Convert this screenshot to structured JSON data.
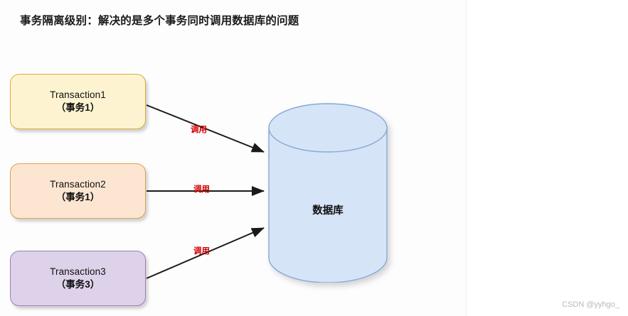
{
  "page": {
    "title": "事务隔离级别：解决的是多个事务同时调用数据库的问题"
  },
  "diagram": {
    "type": "flow-diagram",
    "transactions": [
      {
        "id": "transaction-1",
        "name_en": "Transaction1",
        "name_cn": "（事务1）",
        "fill_color": "#fdf3d0",
        "border_color": "#d9af33"
      },
      {
        "id": "transaction-2",
        "name_en": "Transaction2",
        "name_cn": "（事务1）",
        "fill_color": "#fce6d2",
        "border_color": "#d9a44a"
      },
      {
        "id": "transaction-3",
        "name_en": "Transaction3",
        "name_cn": "（事务3）",
        "fill_color": "#ddd2e9",
        "border_color": "#9c7fb6"
      }
    ],
    "database": {
      "label": "数据库",
      "fill_color": "#d6e4f7",
      "border_color": "#89a9d4"
    },
    "arrows": [
      {
        "id": "arrow-1",
        "label": "调用",
        "label_color": "#d00000",
        "from": "transaction-1",
        "to": "database"
      },
      {
        "id": "arrow-2",
        "label": "调用",
        "label_color": "#d00000",
        "from": "transaction-2",
        "to": "database"
      },
      {
        "id": "arrow-3",
        "label": "调用",
        "label_color": "#d00000",
        "from": "transaction-3",
        "to": "database"
      }
    ]
  },
  "watermark": {
    "text": "CSDN @yyhgo_"
  }
}
